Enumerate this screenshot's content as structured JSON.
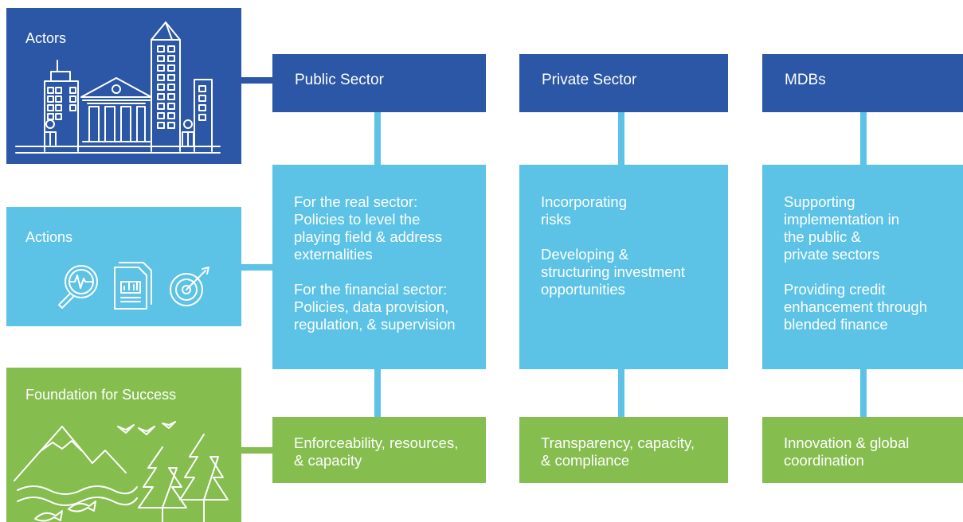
{
  "rows": {
    "actors": "Actors",
    "actions": "Actions",
    "foundation": "Foundation for Success"
  },
  "columns": [
    {
      "header": "Public Sector",
      "actions": [
        "For the real sector:\nPolicies to level the\nplaying field & address\nexternalities",
        "For the financial sector:\nPolicies, data provision,\nregulation, & supervision"
      ],
      "foundation": "Enforceability, resources,\n& capacity"
    },
    {
      "header": "Private Sector",
      "actions": [
        "Incorporating\nrisks",
        "Developing &\nstructuring investment\nopportunities"
      ],
      "foundation": "Transparency, capacity,\n& compliance"
    },
    {
      "header": "MDBs",
      "actions": [
        "Supporting\nimplementation in\nthe public &\nprivate sectors",
        "Providing credit\nenhancement through\nblended finance"
      ],
      "foundation": "Innovation & global\ncoordination"
    }
  ],
  "colors": {
    "actors": "#2b57a6",
    "actions": "#5cc3e6",
    "foundation": "#85bd4f",
    "connector_dark": "#2b57a6",
    "connector_light": "#5cc3e6"
  },
  "icons": {
    "actors": [
      "city-buildings-icon",
      "courthouse-icon",
      "person-icon"
    ],
    "actions": [
      "magnifier-icon",
      "report-chart-icon",
      "target-icon"
    ],
    "foundation": [
      "mountains-icon",
      "birds-icon",
      "waves-icon",
      "fish-icon",
      "pine-tree-icon"
    ]
  }
}
